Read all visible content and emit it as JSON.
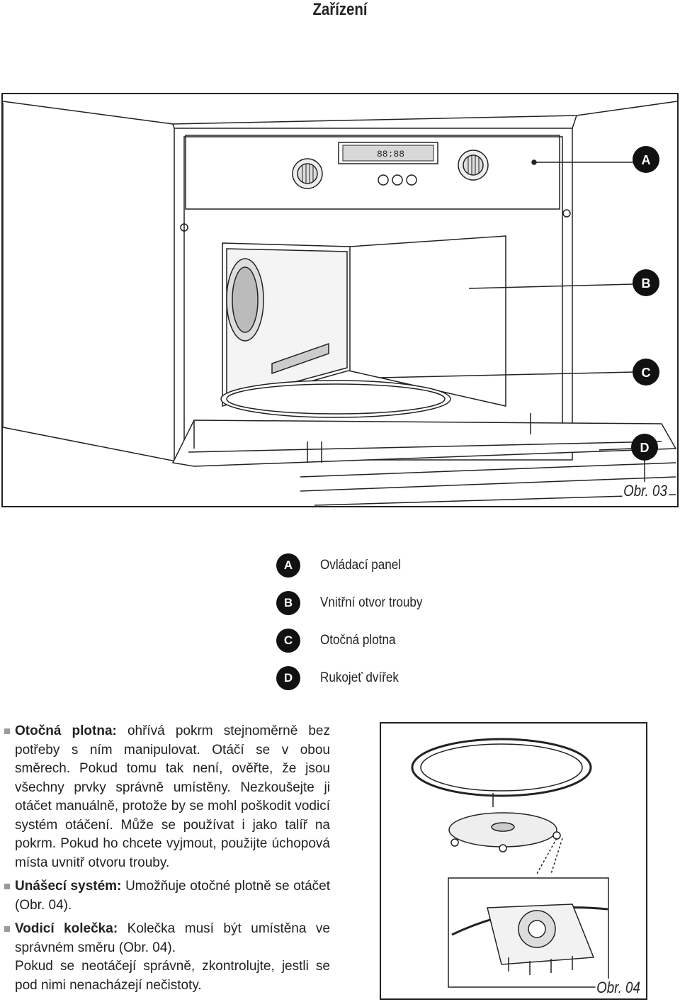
{
  "page": {
    "title": "Zařízení"
  },
  "figure1": {
    "label": "Obr. 03",
    "display_text": "88:88",
    "callouts": [
      "A",
      "B",
      "C",
      "D"
    ]
  },
  "legend": [
    {
      "badge": "A",
      "text": "Ovládací panel"
    },
    {
      "badge": "B",
      "text": "Vnitřní otvor trouby"
    },
    {
      "badge": "C",
      "text": "Otočná plotna"
    },
    {
      "badge": "D",
      "text": "Rukojeť dvířek"
    }
  ],
  "paragraphs": [
    {
      "term": "Otočná plotna:",
      "text": " ohřívá pokrm stejnoměrně bez potřeby s ním manipulovat. Otáčí se v obou směrech. Pokud tomu tak není, ověřte, že jsou všechny prvky správně umístěny. Nezkoušejte ji otáčet manuálně, protože by se mohl poškodit vodicí systém otáčení. Může se používat i jako talíř na pokrm. Pokud ho chcete vyjmout, použijte úchopová místa uvnitř otvoru trouby."
    },
    {
      "term": "Unášecí systém:",
      "text": " Umožňuje otočné plotně se otáčet (Obr. 04)."
    },
    {
      "term": "Vodicí kolečka:",
      "text": " Kolečka musí být umístěna ve správném směru (Obr. 04)."
    }
  ],
  "note": "Pokud se neotáčejí správně, zkontrolujte, jestli se pod nimi nenacházejí nečistoty.",
  "figure2": {
    "label": "Obr. 04"
  },
  "colors": {
    "badge": "#111111",
    "bullet": "#9a9a9a",
    "line": "#222222"
  }
}
